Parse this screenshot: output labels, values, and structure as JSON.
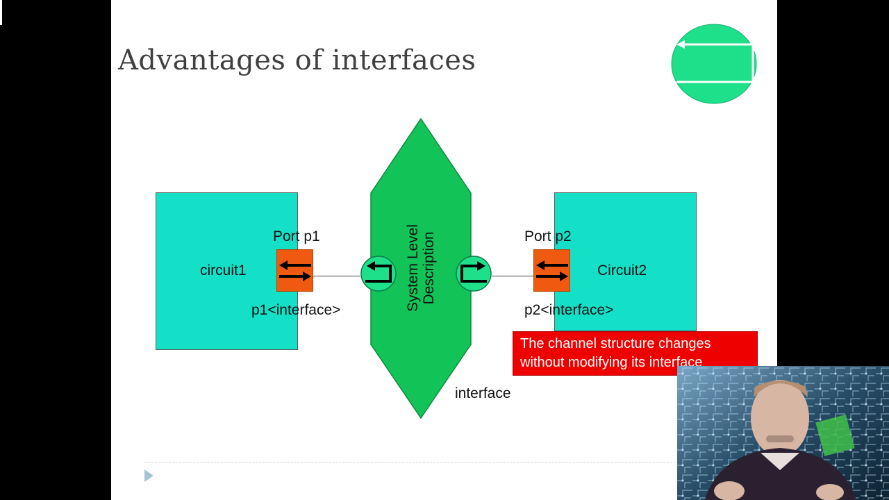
{
  "slide": {
    "title": "Advantages of interfaces",
    "circuit1_label": "circuit1",
    "circuit2_label": "Circuit2",
    "port1_label": "Port p1",
    "port2_label": "Port p2",
    "p1_interface_label": "p1<interface>",
    "p2_interface_label": "p2<interface>",
    "system_level_line1": "System Level",
    "system_level_line2": "Description",
    "interface_label": "interface",
    "note_text": "The channel structure changes without modifying its interface"
  },
  "icons": {
    "nav_button": "return-arrow-icon",
    "next_slide": "play-triangle-icon",
    "webcam": "presenter-video"
  },
  "colors": {
    "circuit": "#14e0c8",
    "port": "#f05a10",
    "channel": "#12c458",
    "interface_node": "#1ee08a",
    "note_bg": "#ee0000",
    "title_text": "#404040"
  }
}
